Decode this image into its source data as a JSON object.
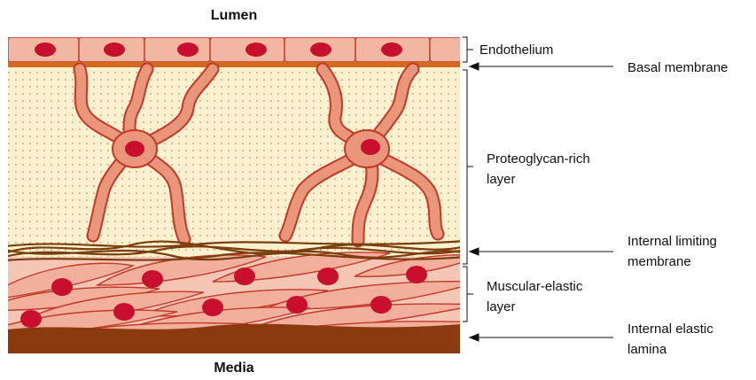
{
  "diagram": {
    "top_label": "Lumen",
    "bottom_label": "Media",
    "labels": {
      "endothelium": "Endothelium",
      "basal_membrane": "Basal membrane",
      "proteoglycan_line1": "Proteoglycan-rich",
      "proteoglycan_line2": "layer",
      "internal_limiting_line1": "Internal limiting",
      "internal_limiting_line2": "membrane",
      "muscular_line1": "Muscular-elastic",
      "muscular_line2": "layer",
      "internal_elastic_line1": "Internal elastic",
      "internal_elastic_line2": "lamina"
    },
    "colors": {
      "endothelial_cell": "#f2b7a3",
      "nucleus": "#c8102e",
      "basal_membrane": "#d2691e",
      "matrix": "#fbf1cf",
      "matrix_dots": "#b79a5e",
      "stellate_cell": "#e9967a",
      "fibers": "#7a3e10",
      "smooth_muscle": "#f2b09c",
      "lamina": "#8b3a0f"
    }
  }
}
